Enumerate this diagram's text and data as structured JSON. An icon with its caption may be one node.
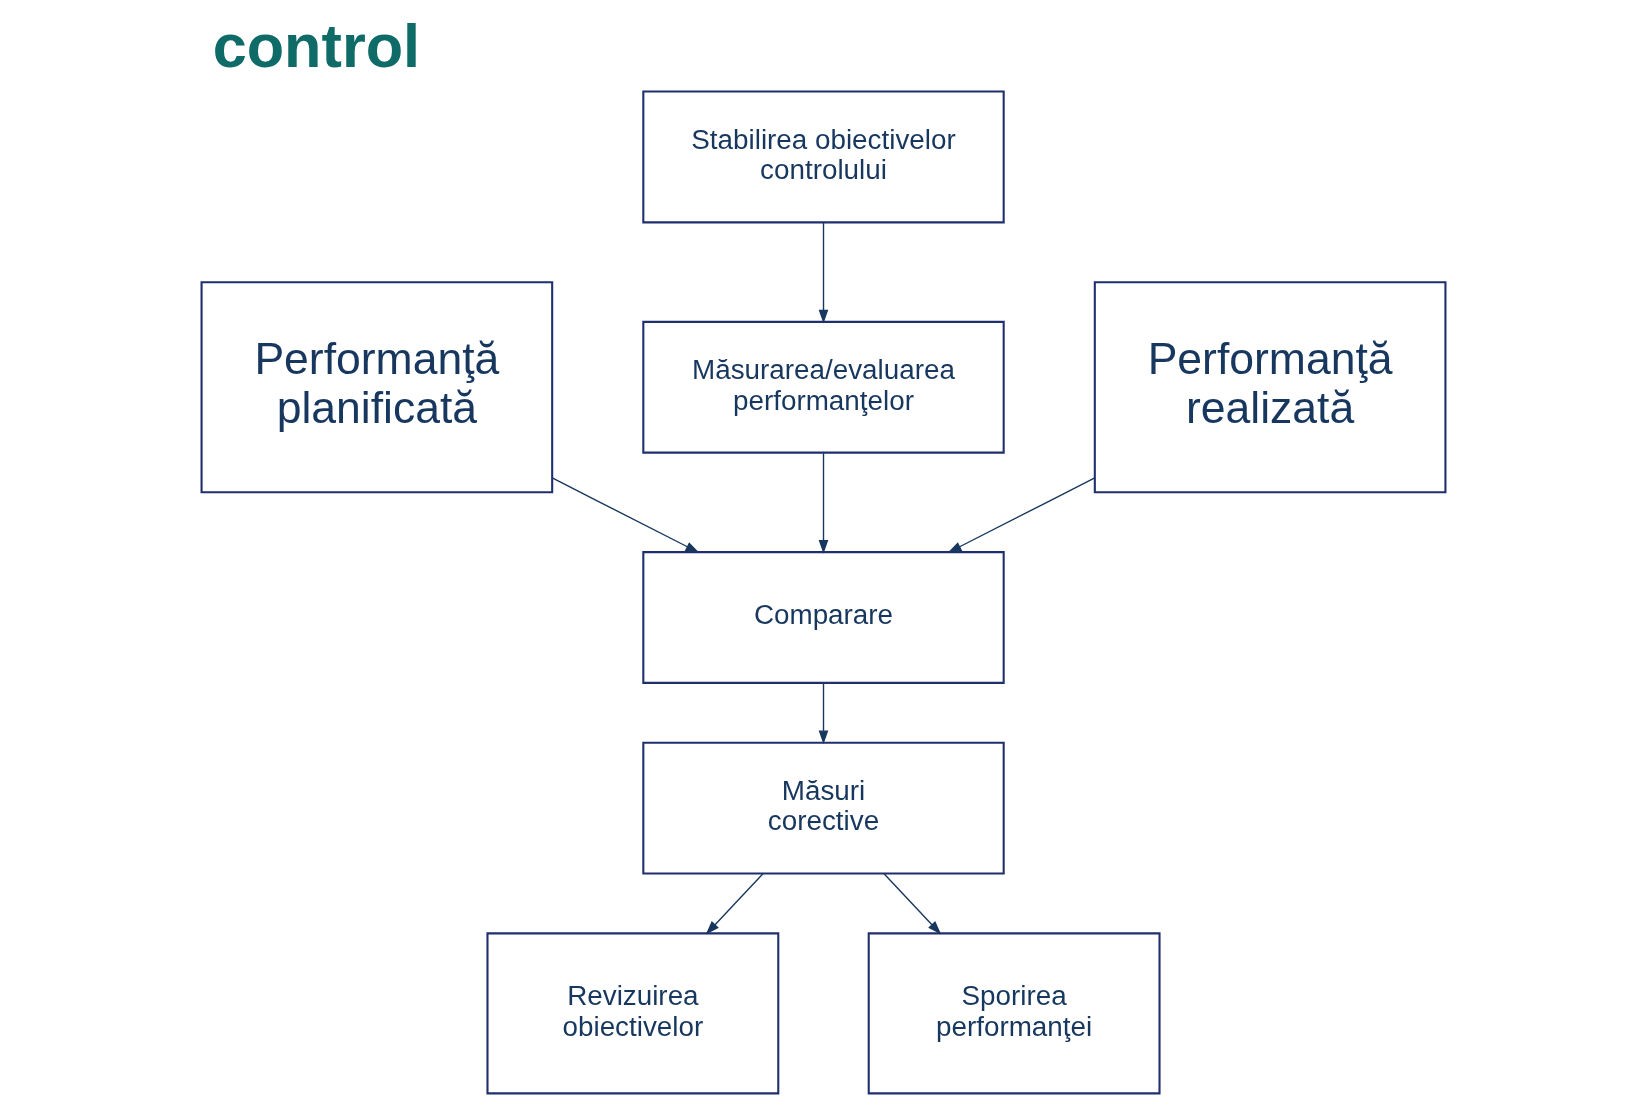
{
  "diagram": {
    "title": "control",
    "nodes": [
      {
        "text": [
          "Stabilirea obiectivelor controlului"
        ]
      },
      {
        "text": [
          "Performanţă planificată"
        ]
      },
      {
        "text": [
          "Măsurarea/evaluarea performanţelor"
        ]
      },
      {
        "text": [
          "Performanţă realizată"
        ]
      },
      {
        "text": [
          "Comparare"
        ]
      },
      {
        "text": [
          "Măsuri corective"
        ]
      },
      {
        "text": [
          "Revizuirea obiectivelor"
        ]
      },
      {
        "text": [
          "Sporirea performanţei"
        ]
      }
    ],
    "edges": [
      {
        "from": 0,
        "to": 2,
        "arrow": "to"
      },
      {
        "from": 1,
        "to": 4,
        "arrow": "to"
      },
      {
        "from": 2,
        "to": 4,
        "arrow": "to"
      },
      {
        "from": 3,
        "to": 4,
        "arrow": "to"
      },
      {
        "from": 4,
        "to": 5,
        "arrow": "to"
      },
      {
        "from": 5,
        "to": 6,
        "arrow": "to"
      },
      {
        "from": 5,
        "to": 7,
        "arrow": "to"
      }
    ]
  }
}
